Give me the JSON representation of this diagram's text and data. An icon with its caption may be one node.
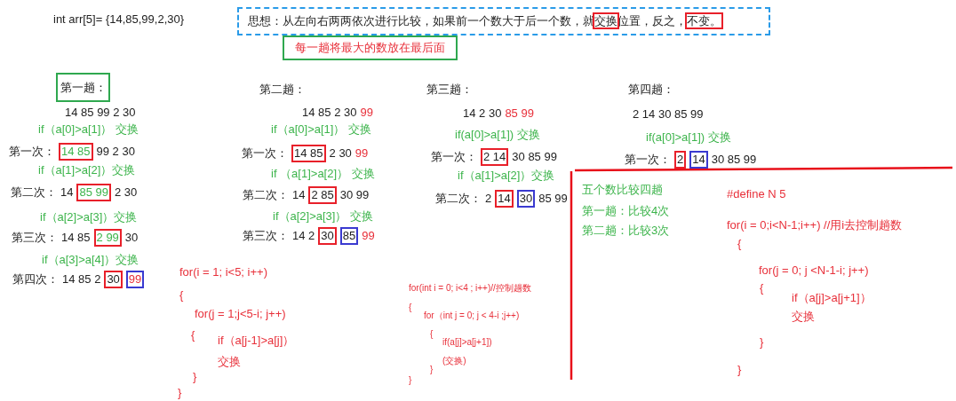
{
  "diagram": {
    "nodes": [
      {
        "text": [
          "思想：从左向右两两依次进行比较，如果前一个数大于后一个数，就交换位置，反之，不变。"
        ]
      },
      {
        "text": [
          "每一趟将最大的数放在最后面"
        ]
      },
      {
        "text": [
          "第一趟："
        ]
      },
      {
        "text": [
          "14 85"
        ]
      },
      {
        "text": [
          "85 99"
        ]
      },
      {
        "text": [
          "2 99"
        ]
      },
      {
        "text": [
          "30"
        ]
      },
      {
        "text": [
          "99"
        ]
      },
      {
        "text": [
          "14 85"
        ]
      },
      {
        "text": [
          "2 85"
        ]
      },
      {
        "text": [
          "30"
        ]
      },
      {
        "text": [
          "85"
        ]
      },
      {
        "text": [
          "2 14"
        ]
      },
      {
        "text": [
          "14"
        ]
      },
      {
        "text": [
          "30"
        ]
      },
      {
        "text": [
          "2"
        ]
      },
      {
        "text": [
          "14"
        ]
      }
    ],
    "labels": [
      "int arr[5]= {14,85,99,2,30}",
      "14  85  99 2 30",
      "if（a[0]>a[1]） 交换",
      "第一次：",
      "99 2 30",
      "if（a[1]>a[2]）交换",
      "第二次：",
      "14",
      "2 30",
      "if（a[2]>a[3]）交换",
      "第三次：",
      "14 85",
      "30",
      "if（a[3]>a[4]）交换",
      "第四次：",
      "14 85 2",
      "第二趟：",
      "14 85 2 30",
      "99",
      "if（a[0]>a[1]） 交换",
      "第一次：",
      "2 30",
      "99",
      "if （a[1]>a[2]） 交换",
      "第二次：",
      "14",
      "30 99",
      "if（a[2]>a[3]） 交换",
      "第三次：",
      "14 2",
      "99",
      "for(i = 1; i<5; i++)",
      "{",
      "for(j = 1;j<5-i; j++)",
      "{",
      "if（a[j-1]>a[j]）",
      "交换",
      "}",
      "}",
      "第三趟：",
      "14 2 30",
      "85 99",
      "if(a[0]>a[1]) 交换",
      "第一次：",
      "30 85 99",
      "if（a[1]>a[2]）交换",
      "第二次：",
      "2",
      "85 99",
      "for(int i = 0; i<4 ; i++)//控制趟数",
      "{",
      "for（int j = 0; j < 4-i ;j++)",
      "{",
      "if(a[j]>a[j+1])",
      "(交换)",
      "}",
      "}",
      "第四趟：",
      "2 14 30 85 99",
      "if(a[0]>a[1]) 交换",
      "第一次：",
      "30 85 99",
      "五个数比较四趟",
      "第一趟：比较4次",
      "第二趟：比较3次",
      "#define N 5",
      "for(i = 0;i<N-1;i++) //用i去控制趟数",
      "{",
      "for(j = 0; j <N-1-i; j++)",
      "{",
      "if（a[j]>a[j+1]）",
      "交换",
      "}",
      "}"
    ]
  }
}
